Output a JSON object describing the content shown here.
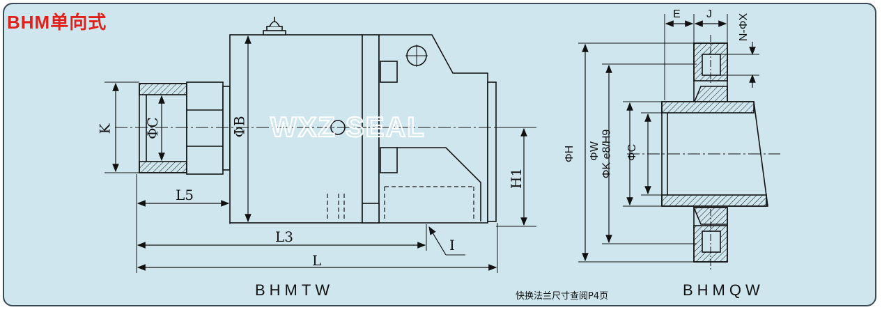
{
  "title": "BHM单向式",
  "watermark": "WXZ SEAL",
  "left_view": {
    "caption": "BHMTW",
    "dims": {
      "K": "K",
      "phiC": "ΦC",
      "phiB": "ΦB",
      "H1": "H1",
      "L5": "L5",
      "L3": "L3",
      "L": "L",
      "I": "I"
    }
  },
  "right_view": {
    "caption": "BHMQW",
    "dims": {
      "E": "E",
      "J": "J",
      "NX": "N-ΦX",
      "phiH": "ΦH",
      "phiW": "ΦW",
      "phiK": "ΦK e8/H9",
      "phiC": "ΦC"
    }
  },
  "note": "快换法兰尺寸查阅P4页",
  "colors": {
    "panel_bg": "#cfe6ef",
    "title": "#e0201a",
    "line": "#111111",
    "watermark": "#ffffff"
  }
}
